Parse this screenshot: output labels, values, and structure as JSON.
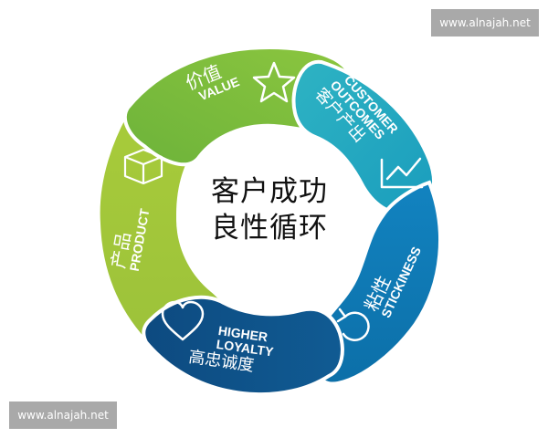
{
  "diagram": {
    "type": "cycle",
    "center": {
      "line1": "客户成功",
      "line2": "良性循环"
    },
    "segments": [
      {
        "id": "value",
        "label_zh": "价值",
        "label_en": "VALUE",
        "icon": "star-icon",
        "color": "#7cbd3b"
      },
      {
        "id": "customer-outcomes",
        "label_zh": "客户产出",
        "label_en_line1": "CUSTOMER",
        "label_en_line2": "OUTCOMES",
        "icon": "line-chart-icon",
        "color": "#25a9bf"
      },
      {
        "id": "stickiness",
        "label_zh": "粘性",
        "label_en": "STICKINESS",
        "icon": "refresh-icon",
        "color": "#0f7cb8"
      },
      {
        "id": "higher-loyalty",
        "label_zh": "高忠诚度",
        "label_en_line1": "HIGHER",
        "label_en_line2": "LOYALTY",
        "icon": "heart-icon",
        "color": "#0d4f86"
      },
      {
        "id": "product",
        "label_zh": "产品",
        "label_en": "PRODUCT",
        "icon": "box-icon",
        "color": "#a7c93a"
      }
    ]
  },
  "watermarks": {
    "top_right": "www.alnajah.net",
    "bottom_left": "www.alnajah.net"
  }
}
